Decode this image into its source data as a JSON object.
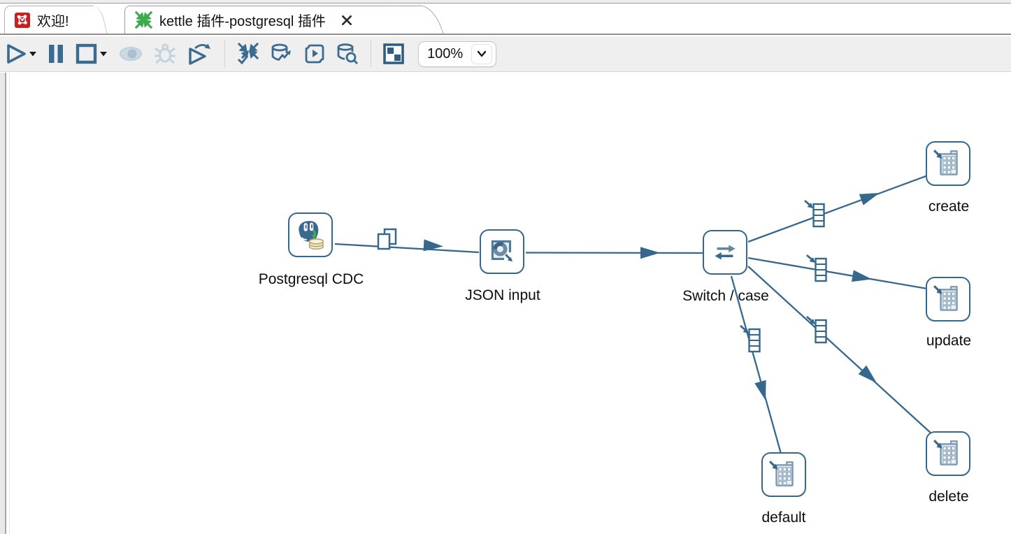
{
  "tabs": {
    "welcome": {
      "label": "欢迎!",
      "icon": "kettle-logo-icon"
    },
    "active": {
      "label": "kettle 插件-postgresql 插件",
      "icon": "transformation-icon",
      "close_icon": "close-icon",
      "selected": true
    }
  },
  "toolbar": {
    "zoom_value": "100%",
    "buttons": [
      {
        "name": "run",
        "icon": "run-icon",
        "enabled": true,
        "has_dropdown": true
      },
      {
        "name": "pause",
        "icon": "pause-icon",
        "enabled": true
      },
      {
        "name": "stop",
        "icon": "stop-icon",
        "enabled": true,
        "has_dropdown": true
      },
      {
        "name": "preview",
        "icon": "eye-icon",
        "enabled": false
      },
      {
        "name": "debug",
        "icon": "bug-icon",
        "enabled": false
      },
      {
        "name": "replay",
        "icon": "replay-icon",
        "enabled": true
      },
      {
        "name": "verify-transformation",
        "icon": "verify-check-icon",
        "enabled": true
      },
      {
        "name": "impact-analysis",
        "icon": "database-arrow-icon",
        "enabled": true
      },
      {
        "name": "generate-sql",
        "icon": "sql-scroll-icon",
        "enabled": true
      },
      {
        "name": "explore-database",
        "icon": "database-search-icon",
        "enabled": true
      },
      {
        "name": "show-results",
        "icon": "perspective-checker-icon",
        "enabled": true
      }
    ]
  },
  "canvas": {
    "nodes": [
      {
        "id": "postgresql-cdc",
        "label": "Postgresql CDC",
        "icon": "postgresql-cdc-icon"
      },
      {
        "id": "json-input",
        "label": "JSON input",
        "icon": "json-input-icon"
      },
      {
        "id": "switch-case",
        "label": "Switch / case",
        "icon": "switch-case-icon"
      },
      {
        "id": "create",
        "label": "create",
        "icon": "table-output-icon"
      },
      {
        "id": "update",
        "label": "update",
        "icon": "table-output-icon"
      },
      {
        "id": "delete",
        "label": "delete",
        "icon": "table-output-icon"
      },
      {
        "id": "default",
        "label": "default",
        "icon": "table-output-icon"
      }
    ],
    "hops": [
      {
        "from": "postgresql-cdc",
        "to": "json-input",
        "decoration": "copy-rows-icon"
      },
      {
        "from": "json-input",
        "to": "switch-case",
        "decoration": ""
      },
      {
        "from": "switch-case",
        "to": "create",
        "decoration": "target-step-icon"
      },
      {
        "from": "switch-case",
        "to": "update",
        "decoration": "target-step-icon"
      },
      {
        "from": "switch-case",
        "to": "delete",
        "decoration": "target-step-icon"
      },
      {
        "from": "switch-case",
        "to": "default",
        "decoration": "target-step-icon"
      }
    ]
  },
  "colors": {
    "hop_line": "#35688c",
    "node_border": "#35688c",
    "toolbar_icon": "#3a6b90",
    "toolbar_icon_disabled": "#c3d3de",
    "tab_transformation_green": "#3caa4d",
    "kettle_logo_red": "#c8201f",
    "toolbar_bg": "#efeff0"
  }
}
